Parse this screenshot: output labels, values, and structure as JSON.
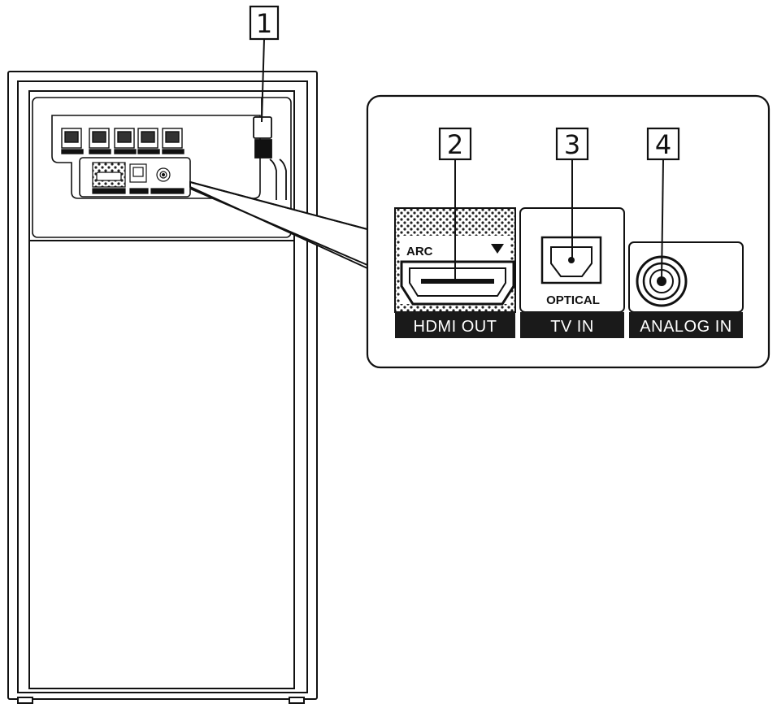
{
  "callouts": [
    {
      "number": "1"
    },
    {
      "number": "2"
    },
    {
      "number": "3"
    },
    {
      "number": "4"
    }
  ],
  "ports": {
    "hdmi": {
      "top_label": "ARC",
      "strip_label": "HDMI OUT"
    },
    "tv_in": {
      "port_label": "OPTICAL",
      "strip_label": "TV IN"
    },
    "analog": {
      "strip_label": "ANALOG IN"
    }
  },
  "icons": {
    "hdmi_port": "hdmi-port-icon",
    "optical_port": "optical-port-icon",
    "analog_jack": "analog-jack-icon",
    "speaker_terminal": "speaker-terminal-icon",
    "arc_arrow": "triangle-down-icon"
  },
  "colors": {
    "line": "#111111",
    "strip": "#1a1a1a",
    "panel_fill": "#ffffff",
    "dot_pattern": "#222222"
  }
}
